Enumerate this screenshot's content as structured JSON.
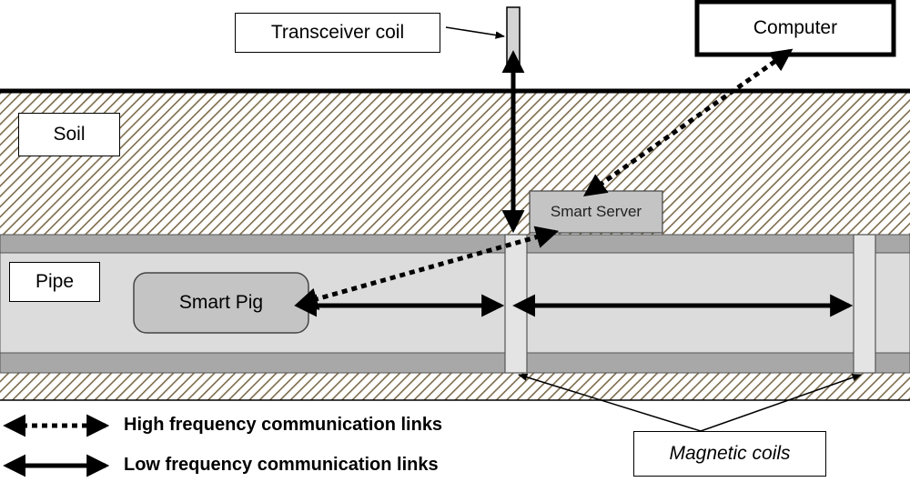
{
  "labels": {
    "transceiver_coil": "Transceiver coil",
    "computer": "Computer",
    "soil": "Soil",
    "pipe": "Pipe",
    "smart_server": "Smart Server",
    "smart_pig": "Smart Pig",
    "magnetic_coils": "Magnetic coils"
  },
  "legend": {
    "high_frequency": "High frequency communication links",
    "low_frequency": "Low frequency communication links"
  },
  "colors": {
    "soil_hatch": "#8a7a5a",
    "soil_bg": "#ffffff",
    "pipe_wall": "#a8a8a8",
    "pipe_inner": "#dcdcdc",
    "device_fill": "#c4c4c4",
    "coil_fill": "#e4e4e4",
    "stroke": "#000000"
  }
}
